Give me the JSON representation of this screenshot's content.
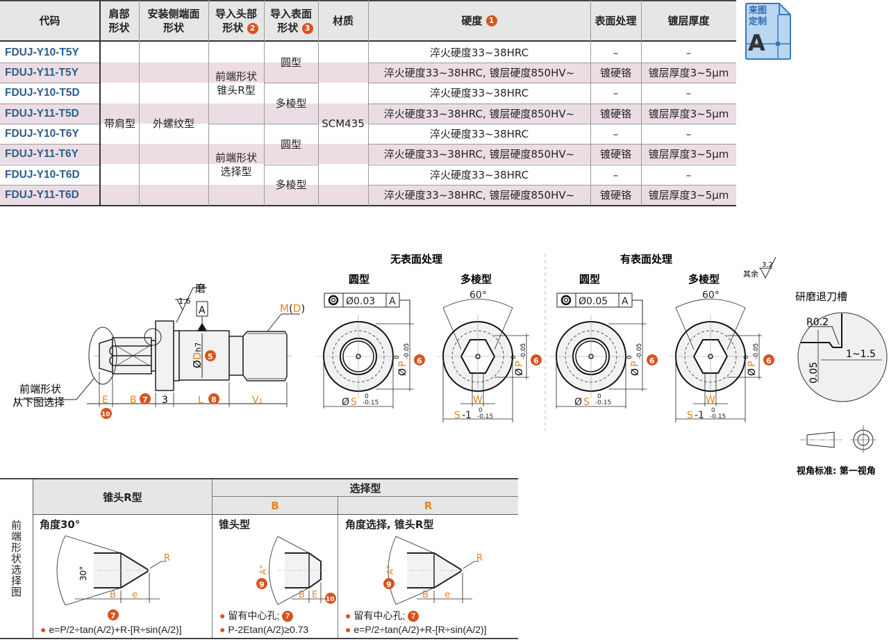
{
  "table": {
    "headers": [
      {
        "lines": [
          "代码"
        ]
      },
      {
        "lines": [
          "肩部",
          "形状"
        ]
      },
      {
        "lines": [
          "安装侧端面",
          "形状"
        ]
      },
      {
        "lines": [
          "导入头部",
          "形状"
        ],
        "badge": "2"
      },
      {
        "lines": [
          "导入表面",
          "形状"
        ],
        "badge": "3"
      },
      {
        "lines": [
          "材质"
        ]
      },
      {
        "lines": [
          "硬度"
        ],
        "badge": "1"
      },
      {
        "lines": [
          "表面处理"
        ]
      },
      {
        "lines": [
          "镀层厚度"
        ]
      }
    ],
    "codes": [
      "FDUJ-Y10-T5Y",
      "FDUJ-Y11-T5Y",
      "FDUJ-Y10-T5D",
      "FDUJ-Y11-T5D",
      "FDUJ-Y10-T6Y",
      "FDUJ-Y11-T6Y",
      "FDUJ-Y10-T6D",
      "FDUJ-Y11-T6D"
    ],
    "shoulder": "带肩型",
    "end_face": "外螺纹型",
    "head_shape": [
      {
        "lines": [
          "前端形状",
          "锥头R型"
        ]
      },
      {
        "lines": [
          "前端形状",
          "选择型"
        ]
      }
    ],
    "surface_shape": [
      "圆型",
      "多棱型",
      "圆型",
      "多棱型"
    ],
    "material": "SCM435",
    "hardness": [
      "淬火硬度33~38HRC",
      "淬火硬度33~38HRC, 镀层硬度850HV~"
    ],
    "treatment": [
      "–",
      "镀硬铬"
    ],
    "thickness": [
      "–",
      "镀层厚度3~5μm"
    ]
  },
  "custom_badge": {
    "line1": "来图",
    "line2": "定制",
    "letter": "A"
  },
  "main_drawing": {
    "grind": "磨",
    "roughness": "1.6",
    "datum": "A",
    "thread": "M",
    "thread_d": "D",
    "diameter": "Ø",
    "diameter_d": "D",
    "tolerance": "h7",
    "badge_5": "5",
    "front_label_1": "前端形状",
    "front_label_2": "从下图选择",
    "dim_E": "E",
    "dim_B": "B",
    "badge_7": "7",
    "dim_3": "3",
    "dim_L": "L",
    "badge_8": "8",
    "dim_V": "V",
    "dim_V_sub": "1",
    "badge_10": "10"
  },
  "sections": [
    {
      "title": "无表面处理",
      "round": "圆型",
      "poly": "多棱型",
      "tolerance": "Ø0.03",
      "datum": "A"
    },
    {
      "title": "有表面处理",
      "round": "圆型",
      "poly": "多棱型",
      "tolerance": "Ø0.05",
      "datum": "A"
    }
  ],
  "section_labels": {
    "angle": "60°",
    "P": "P",
    "P_upper": "0",
    "P_lower": "-0.05",
    "badge_6": "6",
    "S": "S",
    "S_upper": "0",
    "S_lower": "-0.15",
    "S1": "S",
    "S1_suffix": "-1",
    "W": "W",
    "phi": "Ø"
  },
  "other": {
    "rest": "其余",
    "roughness": "3.2",
    "groove_title": "研磨退刀槽",
    "r": "R0.2",
    "d1": "0.05",
    "d2": "1~1.5",
    "projection": "视角标准: 第一视角"
  },
  "bottom": {
    "side_title": "前端形状选择图",
    "col1_header": "锥头R型",
    "col2_header": "选择型",
    "sub_B": "B",
    "sub_R": "R",
    "col1_title": "角度30°",
    "col2_title": "锥头型",
    "col3_title": "角度选择, 锥头R型",
    "angle30": "30°",
    "angleA": "A°",
    "R": "R",
    "B": "B",
    "e": "e",
    "E": "E",
    "badge_7": "7",
    "badge_9": "9",
    "badge_10": "10",
    "center_hole": "留有中心孔;",
    "formula_e": "e=P/2÷tan(A/2)+R-[R÷sin(A/2)]",
    "formula_p": "P-2Etan(A/2)≥0.73"
  },
  "colors": {
    "accent": "#d9531e",
    "code": "#2b5f8c",
    "dim": "#e8821e",
    "stripe": "#ecdde4",
    "header": "#e6e6e6"
  }
}
